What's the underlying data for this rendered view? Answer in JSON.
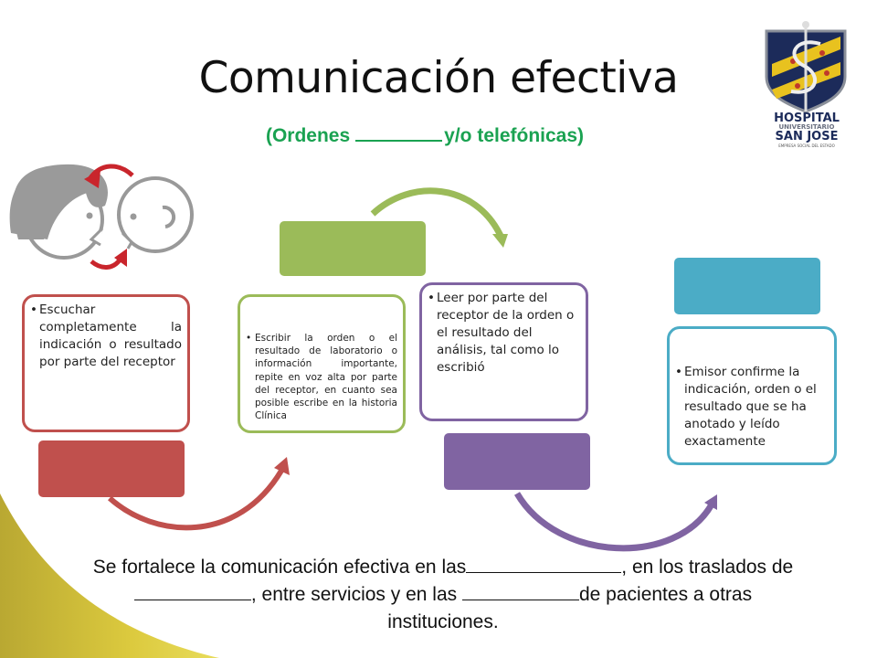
{
  "slide": {
    "title": "Comunicación efectiva",
    "subtitle": {
      "prefix": "(Ordenes",
      "suffix": "y/o telefónicas)"
    },
    "logo": {
      "line1": "HOSPITAL",
      "line2": "UNIVERSITARIO",
      "line3": "SAN JOSE",
      "line4": "EMPRESA SOCIAL DEL ESTADO"
    },
    "icons": {
      "conversation": "two-faces-conversation-icon"
    },
    "steps": [
      {
        "text": "Escuchar completamente la indicación o resultado por parte del receptor",
        "color": "#c0504d",
        "bar_label": ""
      },
      {
        "text": "Escribir la orden o el resultado de laboratorio o información importante, repite en voz alta por parte del receptor, en cuanto sea posible escribe en la historia Clínica",
        "color": "#9bbb59",
        "bar_label": ""
      },
      {
        "text": "Leer por parte del receptor de la orden o el resultado del análisis, tal como lo escribió",
        "color": "#8064a2",
        "bar_label": ""
      },
      {
        "text": "Emisor confirme la indicación, orden o el resultado que se ha anotado y leído exactamente",
        "color": "#4bacc6",
        "bar_label": ""
      }
    ],
    "bottom": {
      "part1": "Se fortalece la comunicación efectiva en las",
      "part2": ",  en los traslados de",
      "part3": ",  entre servicios y en las",
      "part4": "de  pacientes a otras",
      "part5": "instituciones."
    },
    "colors": {
      "subtitle_green": "#1aa251",
      "red": "#c0504d",
      "green": "#9bbb59",
      "purple": "#8064a2",
      "teal": "#4bacc6",
      "yellow_swoosh": "#d4c23c"
    }
  }
}
